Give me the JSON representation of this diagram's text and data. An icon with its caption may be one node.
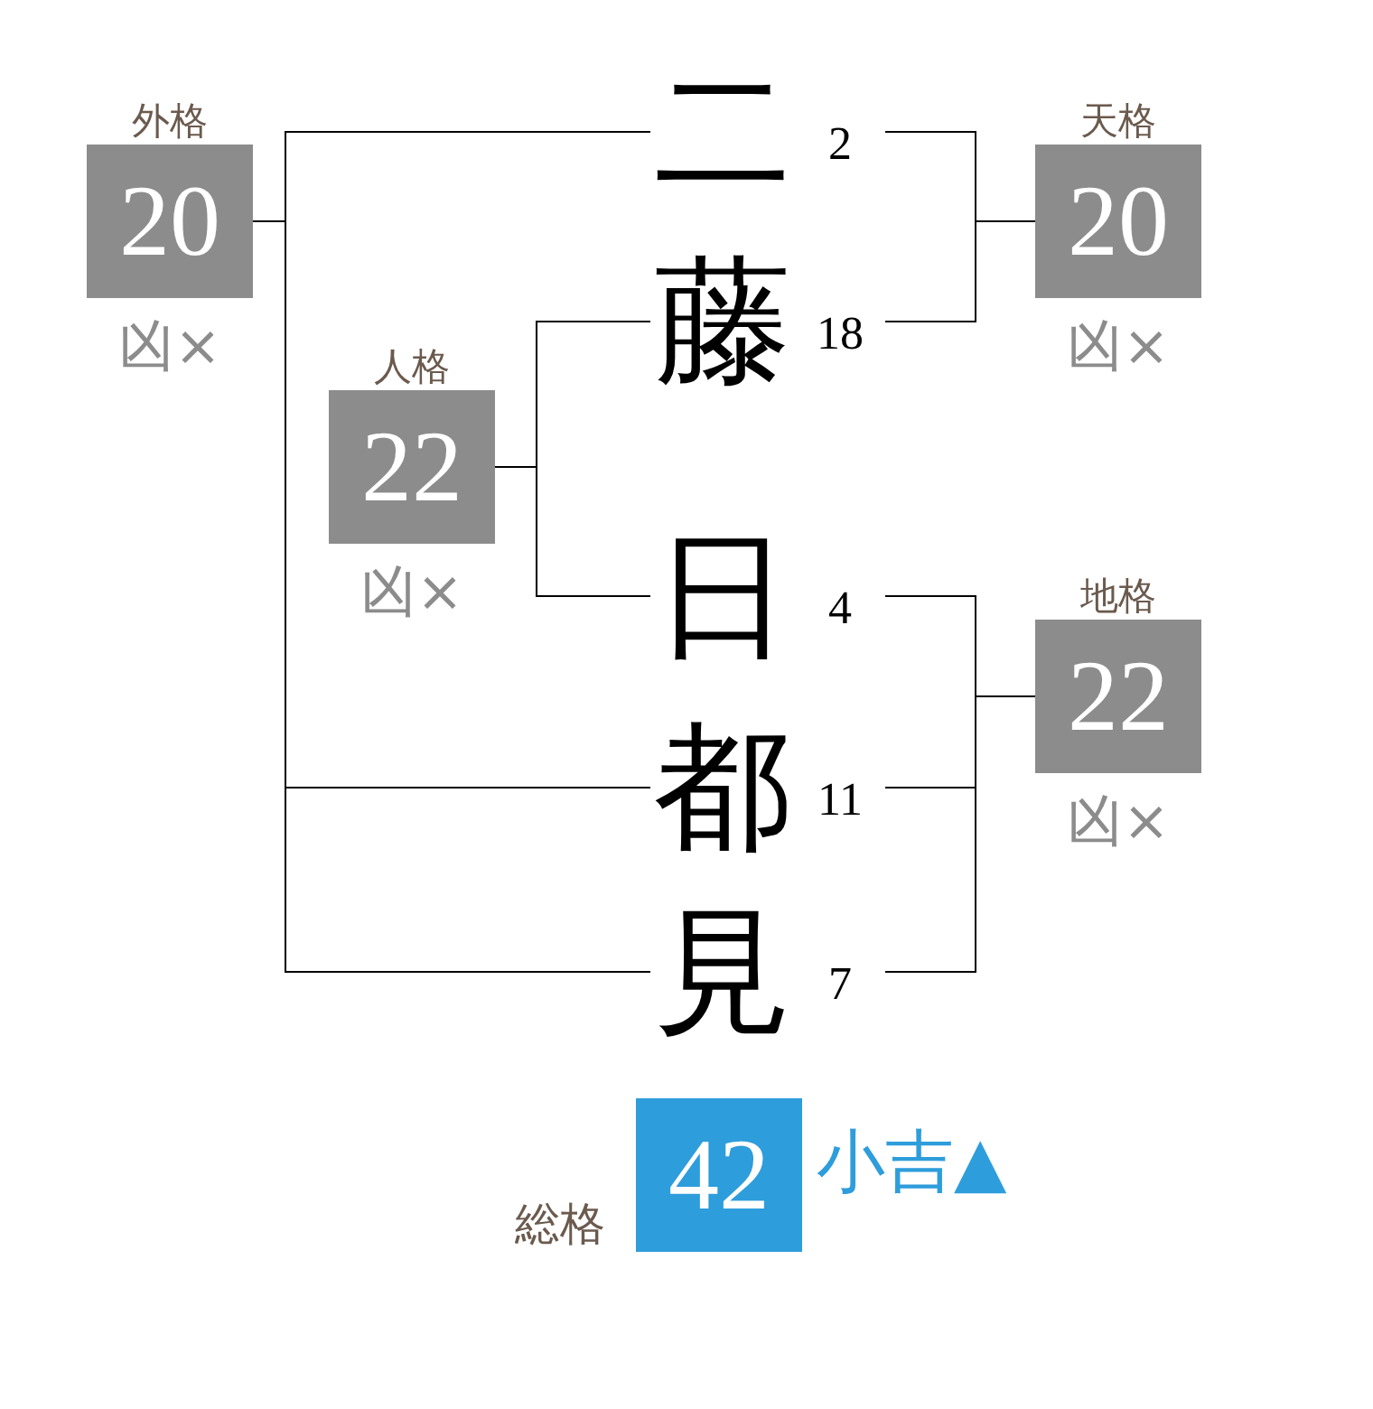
{
  "diagram": {
    "nodes": [
      {
        "text": [
          "外格",
          "20"
        ],
        "beside": [
          "凶×"
        ]
      },
      {
        "text": [
          "二"
        ],
        "beside": [
          "2"
        ]
      },
      {
        "text": [
          "天格",
          "20"
        ],
        "beside": [
          "凶×"
        ]
      },
      {
        "text": [
          "藤"
        ],
        "beside": [
          "18"
        ]
      },
      {
        "text": [
          "人格",
          "22"
        ],
        "beside": [
          "凶×"
        ]
      },
      {
        "text": [
          "日"
        ],
        "beside": [
          "4"
        ]
      },
      {
        "text": [
          "地格",
          "22"
        ],
        "beside": [
          "凶×"
        ]
      },
      {
        "text": [
          "都"
        ],
        "beside": [
          "11"
        ]
      },
      {
        "text": [
          "見"
        ],
        "beside": [
          "7"
        ]
      },
      {
        "text": [
          "総格",
          "42"
        ],
        "beside": [
          "小吉▲"
        ]
      }
    ],
    "edges": [
      {
        "from": 1,
        "to": 0,
        "arrow": "none"
      },
      {
        "from": 7,
        "to": 0,
        "arrow": "none"
      },
      {
        "from": 8,
        "to": 0,
        "arrow": "none"
      },
      {
        "from": 1,
        "to": 2,
        "arrow": "none"
      },
      {
        "from": 3,
        "to": 2,
        "arrow": "none"
      },
      {
        "from": 3,
        "to": 4,
        "arrow": "none"
      },
      {
        "from": 5,
        "to": 4,
        "arrow": "none"
      },
      {
        "from": 5,
        "to": 6,
        "arrow": "none"
      },
      {
        "from": 7,
        "to": 6,
        "arrow": "none"
      },
      {
        "from": 8,
        "to": 6,
        "arrow": "none"
      }
    ]
  }
}
